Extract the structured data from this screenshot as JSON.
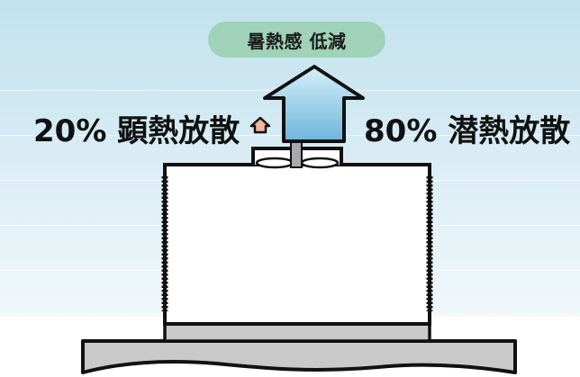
{
  "banner": {
    "text": "暑熱感 低減"
  },
  "left_label": {
    "text": "20% 顕熱放散"
  },
  "right_label": {
    "text": "80% 潜熱放散"
  },
  "icons": {
    "small_arrow": "small-up-arrow-icon",
    "large_arrow": "large-up-arrow-icon"
  },
  "colors": {
    "sky_top": "#c3e2ee",
    "pill": "#9fd2b8",
    "arrow_gradient_top": "#bfe3f1",
    "arrow_gradient_bottom": "#6db6dc",
    "small_arrow": "#f3b6a0",
    "base": "#c9c9c9"
  }
}
